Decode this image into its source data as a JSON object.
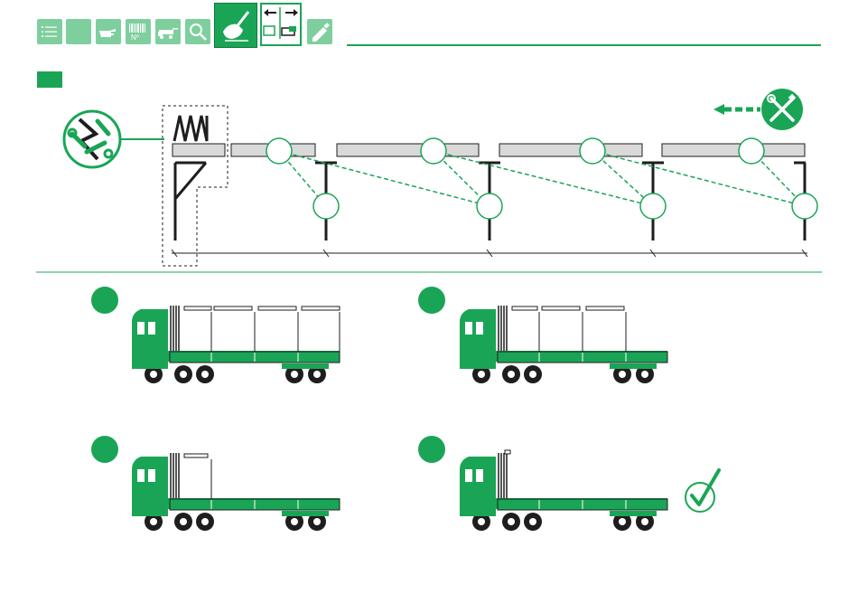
{
  "toolbar": {
    "icons": [
      "list-icon",
      "blank-icon",
      "pointing-hand-icon",
      "barcode-no-icon",
      "truck-loading-icon",
      "magnifier-icon",
      "hand-writing-icon",
      "swap-arrows-icon",
      "pencil-eraser-icon"
    ],
    "barcode_text": "Nº",
    "active_index": 6
  },
  "colors": {
    "brand_green": "#1aa556",
    "light_green": "#7fcf9e",
    "dark": "#1e1e1e",
    "panel_gray": "#d9d9d9"
  },
  "diagram": {
    "icons": [
      "disassembly-tool-icon",
      "wrench-screwdriver-icon",
      "arrow-left-dashed-icon"
    ],
    "callout_circles": 8
  },
  "steps": [
    {
      "panels": 4,
      "has_check": false
    },
    {
      "panels": 3,
      "has_check": false
    },
    {
      "panels": 1,
      "has_check": false
    },
    {
      "panels": 0,
      "has_check": true
    }
  ]
}
